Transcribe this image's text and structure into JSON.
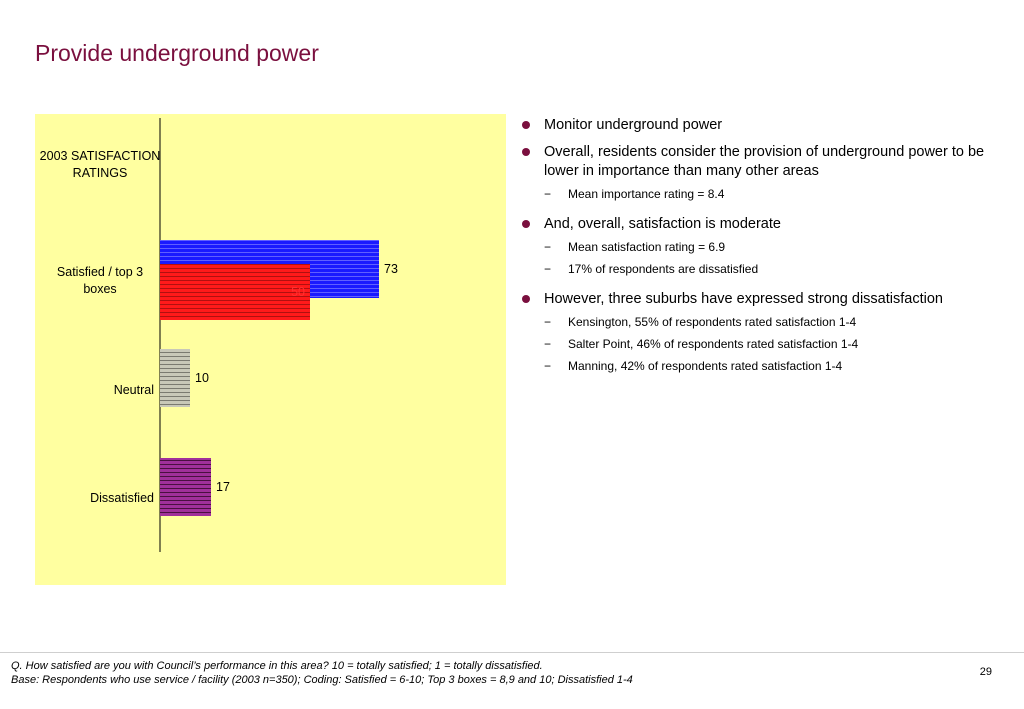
{
  "page": {
    "title": "Provide underground power",
    "page_number": "29"
  },
  "chart_data": {
    "type": "bar",
    "orientation": "horizontal",
    "heading": "2003 SATISFACTION RATINGS",
    "categories": [
      "Satisfied / top 3 boxes",
      "Neutral",
      "Dissatisfied"
    ],
    "series": [
      {
        "values": [
          73,
          10,
          17
        ]
      },
      {
        "values": [
          50,
          null,
          null
        ]
      }
    ],
    "xlim": [
      0,
      100
    ],
    "grid": false,
    "colors": {
      "satisfied": "#1a1aff",
      "top3": "#ff1a1a",
      "neutral": "#b8b8a8",
      "dissatisfied": "#8a1a7a",
      "background": "#ffffa0",
      "top3_label": "#ff3030"
    }
  },
  "bullets": [
    {
      "text": "Monitor underground power",
      "subs": []
    },
    {
      "text": "Overall, residents consider the provision of underground power to be lower in importance than many other areas",
      "subs": [
        "Mean importance rating = 8.4"
      ]
    },
    {
      "text": "And, overall, satisfaction is moderate",
      "subs": [
        "Mean satisfaction rating = 6.9",
        "17% of respondents are dissatisfied"
      ]
    },
    {
      "text": "However, three suburbs have expressed strong dissatisfaction",
      "subs": [
        "Kensington, 55% of respondents rated satisfaction 1-4",
        "Salter Point, 46% of respondents rated satisfaction 1-4",
        "Manning, 42% of respondents rated satisfaction 1-4"
      ]
    }
  ],
  "footnote": {
    "line1": "Q. How satisfied are you with Council’s performance in this area?  10 = totally satisfied; 1 = totally dissatisfied.",
    "line2": "Base: Respondents who use service / facility (2003 n=350);  Coding: Satisfied = 6-10; Top 3 boxes = 8,9 and 10; Dissatisfied 1-4"
  },
  "icons": {
    "bullet": "filled-circle-bullet",
    "sub_bullet": "dash"
  }
}
